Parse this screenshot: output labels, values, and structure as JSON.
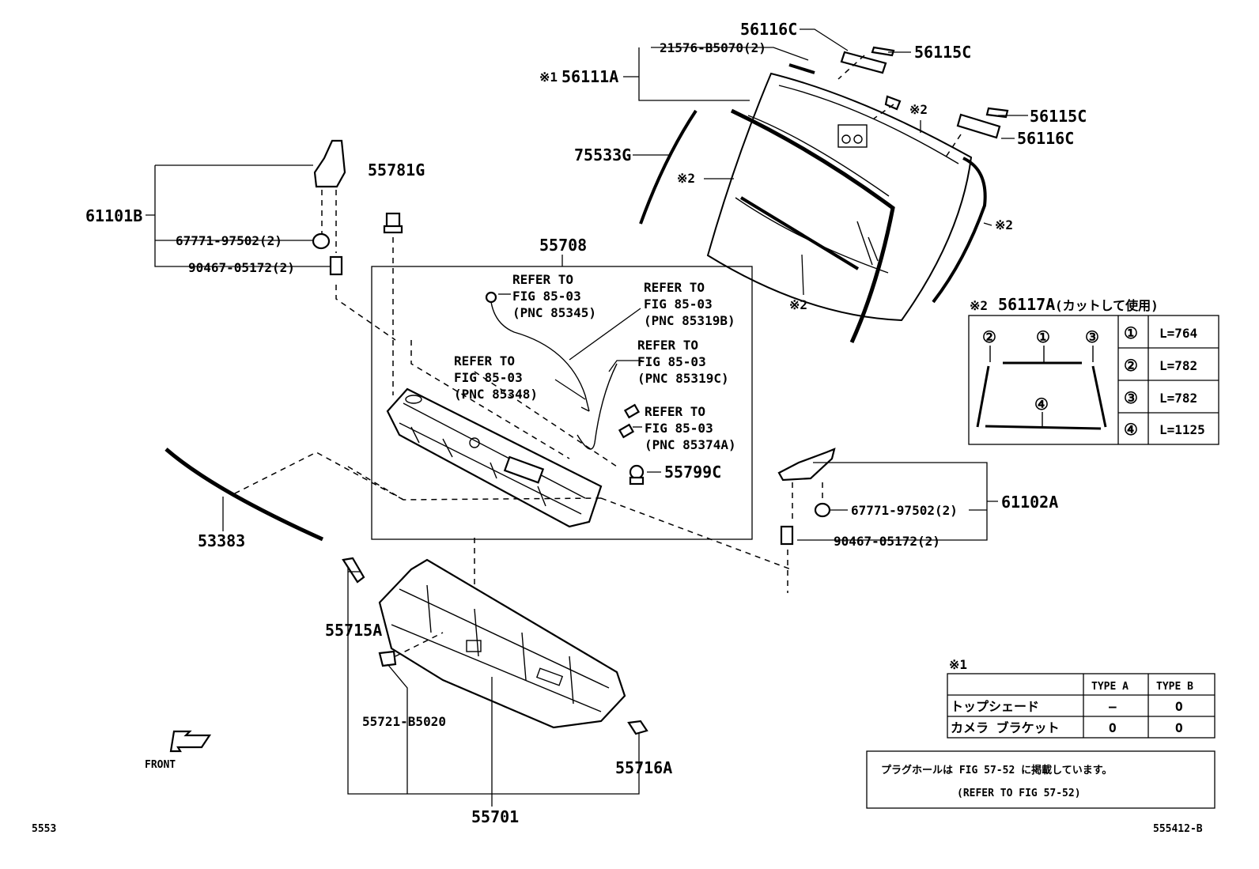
{
  "parts": {
    "p56116C_top": "56116C",
    "p21576": "21576-B5070(2)",
    "p56115C_top": "56115C",
    "p56111A": "56111A",
    "p56111A_mark": "※1",
    "mark2_a": "※2",
    "p56115C_right": "56115C",
    "p56116C_right": "56116C",
    "p75533G": "75533G",
    "mark2_b": "※2",
    "mark2_c": "※2",
    "mark2_d": "※2",
    "p61101B": "61101B",
    "p55781G": "55781G",
    "p67771_left": "67771-97502(2)",
    "p90467_left": "90467-05172(2)",
    "p55708": "55708",
    "p55799C": "55799C",
    "p61102A": "61102A",
    "p67771_right": "67771-97502(2)",
    "p90467_right": "90467-05172(2)",
    "p53383": "53383",
    "p55715A": "55715A",
    "p55721": "55721-B5020",
    "p55716A": "55716A",
    "p55701": "55701",
    "front": "FRONT"
  },
  "refs": {
    "r1": [
      "REFER TO",
      "FIG 85-03",
      "(PNC 85345)"
    ],
    "r2": [
      "REFER TO",
      "FIG 85-03",
      "(PNC 85319B)"
    ],
    "r3": [
      "REFER TO",
      "FIG 85-03",
      "(PNC 85348)"
    ],
    "r4": [
      "REFER TO",
      "FIG 85-03",
      "(PNC 85319C)"
    ],
    "r5": [
      "REFER TO",
      "FIG 85-03",
      "(PNC 85374A)"
    ]
  },
  "moulding_table": {
    "title_mark": "※2",
    "title_part": "56117A",
    "title_note": "(カットして使用)",
    "rows": [
      {
        "num": "①",
        "length": "L=764"
      },
      {
        "num": "②",
        "length": "L=782"
      },
      {
        "num": "③",
        "length": "L=782"
      },
      {
        "num": "④",
        "length": "L=1125"
      }
    ],
    "diagram_nums": [
      "②",
      "①",
      "③",
      "④"
    ]
  },
  "type_table": {
    "mark": "※1",
    "headers": [
      "",
      "TYPE A",
      "TYPE B"
    ],
    "rows": [
      [
        "トップシェード",
        "—",
        "O"
      ],
      [
        "カメラ ブラケット",
        "O",
        "O"
      ]
    ]
  },
  "note": {
    "line1": "プラグホールは FIG 57-52 に掲載しています。",
    "line2": "(REFER TO FIG 57-52)"
  },
  "footer": {
    "left": "5553",
    "right": "555412-B"
  }
}
